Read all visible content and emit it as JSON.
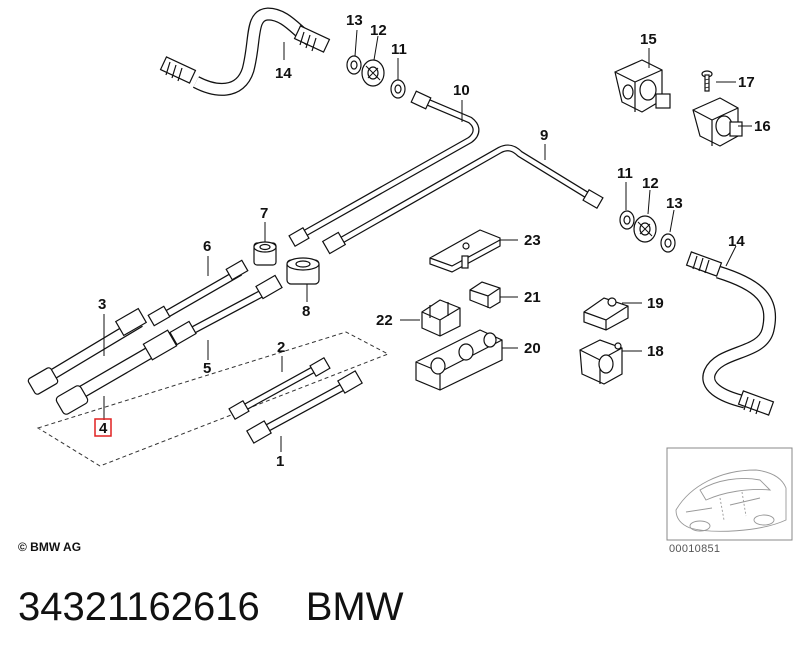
{
  "labels": {
    "l1": "1",
    "l2": "2",
    "l3": "3",
    "l4": "4",
    "l5": "5",
    "l6": "6",
    "l7": "7",
    "l8": "8",
    "l9": "9",
    "l10": "10",
    "l11a": "11",
    "l11b": "11",
    "l12a": "12",
    "l12b": "12",
    "l13a": "13",
    "l13b": "13",
    "l14a": "14",
    "l14b": "14",
    "l15": "15",
    "l16": "16",
    "l17": "17",
    "l18": "18",
    "l19": "19",
    "l20": "20",
    "l21": "21",
    "l22": "22",
    "l23": "23"
  },
  "copyright": "© BMW AG",
  "image_code": "00010851",
  "part_number": "34321162616",
  "brand": "BMW",
  "highlight_color": "#e02020"
}
